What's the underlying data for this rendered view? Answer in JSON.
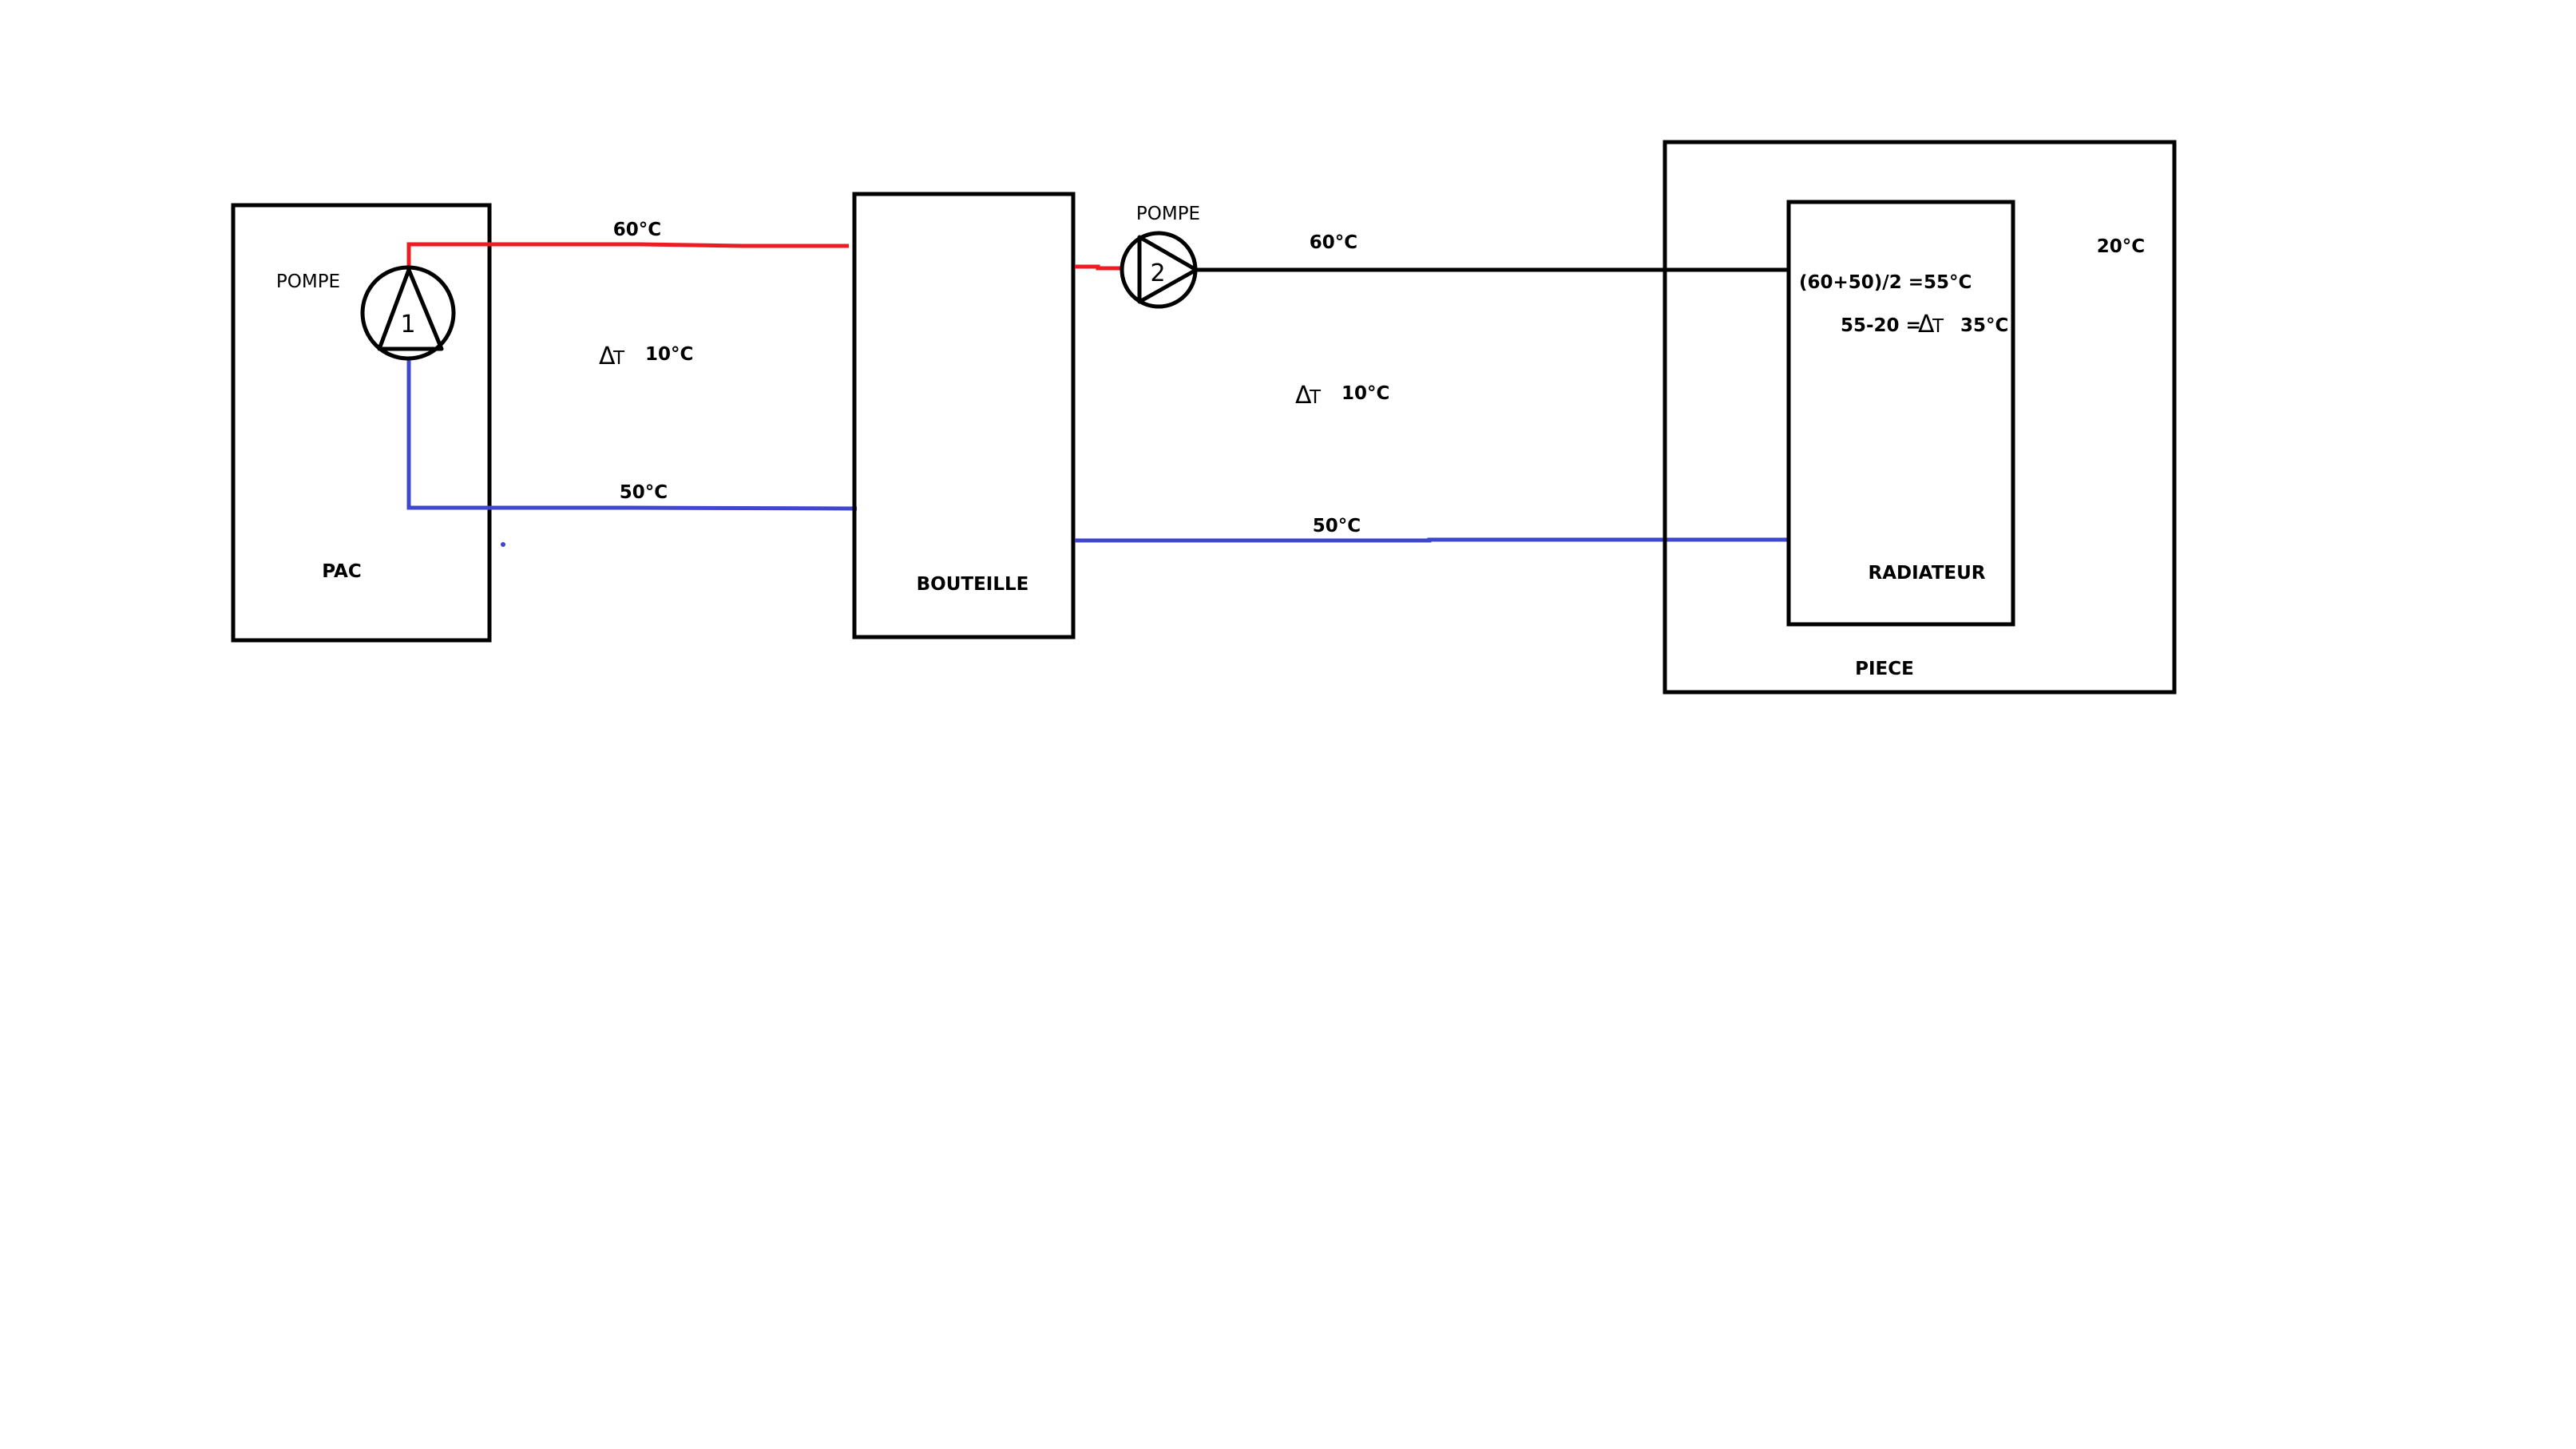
{
  "diagram": {
    "title": "Schéma hydraulique PAC - Bouteille - Radiateur",
    "colors": {
      "hot_pipe": "#ED1C24",
      "cold_pipe": "#3F48CC",
      "outline": "#000000",
      "background": "#FFFFFF"
    },
    "components": {
      "pac": {
        "label": "PAC"
      },
      "pump1": {
        "label": "POMPE",
        "number": "1"
      },
      "bouteille": {
        "label": "BOUTEILLE"
      },
      "pump2": {
        "label": "POMPE",
        "number": "2"
      },
      "piece": {
        "label": "PIECE",
        "temperature": "20°C"
      },
      "radiateur": {
        "label": "RADIATEUR"
      }
    },
    "primary_loop": {
      "supply_temp": "60°C",
      "return_temp": "50°C",
      "delta_symbol": "Δ",
      "delta_letter": "T",
      "delta_value": "10°C"
    },
    "secondary_loop": {
      "supply_temp": "60°C",
      "return_temp": "50°C",
      "delta_symbol": "Δ",
      "delta_letter": "T",
      "delta_value": "10°C"
    },
    "radiator_calc": {
      "mean_temp_formula": "(60+50)/2 =55°C",
      "delta_prefix": "55-20 =",
      "delta_symbol": "Δ",
      "delta_letter": "T",
      "delta_value": "35°C"
    }
  }
}
